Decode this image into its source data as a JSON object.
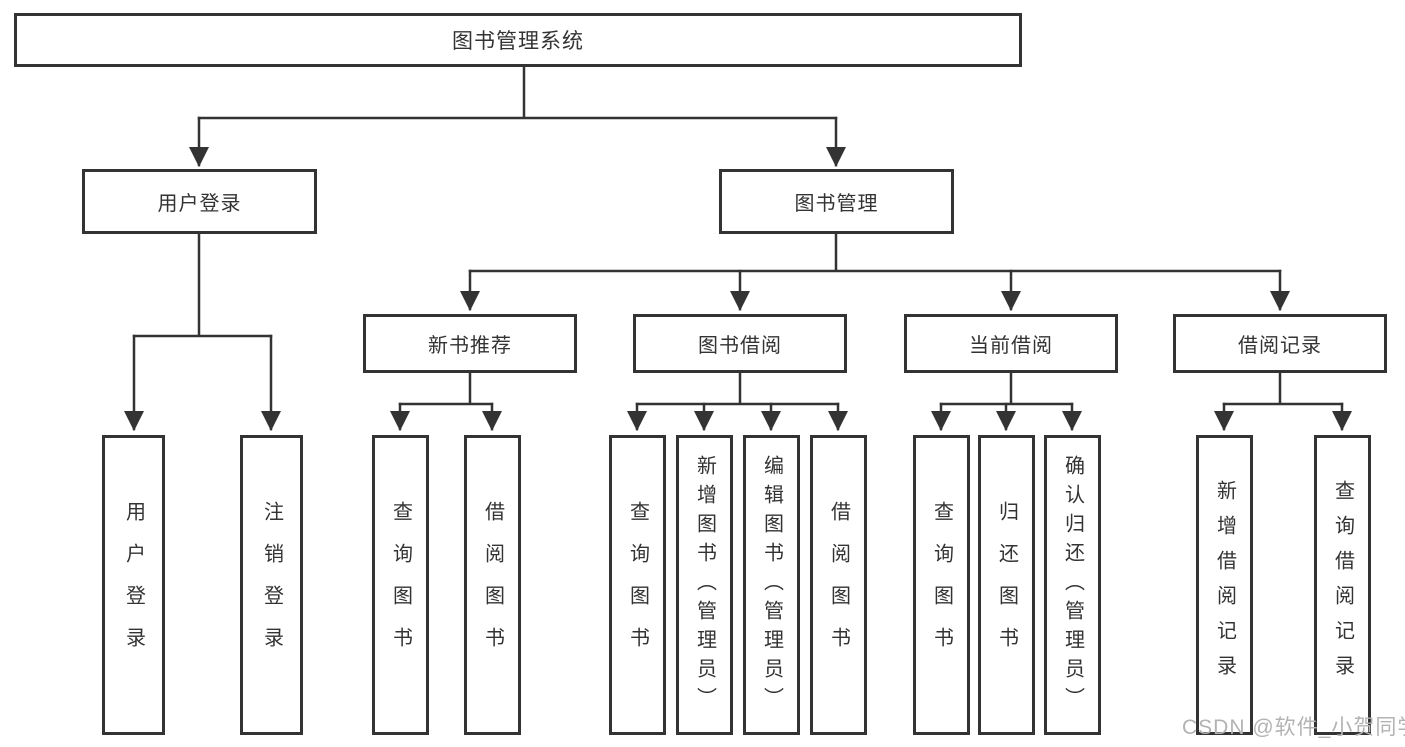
{
  "diagram_title": "图书管理系统",
  "tree": {
    "root": {
      "label": "图书管理系统"
    },
    "level2": [
      {
        "label": "用户登录",
        "children": [
          {
            "label": "用户登录"
          },
          {
            "label": "注销登录"
          }
        ]
      },
      {
        "label": "图书管理",
        "children": [
          {
            "label": "新书推荐",
            "children": [
              {
                "label": "查询图书"
              },
              {
                "label": "借阅图书"
              }
            ]
          },
          {
            "label": "图书借阅",
            "children": [
              {
                "label": "查询图书"
              },
              {
                "label": "新增图书（管理员）"
              },
              {
                "label": "编辑图书（管理员）"
              },
              {
                "label": "借阅图书"
              }
            ]
          },
          {
            "label": "当前借阅",
            "children": [
              {
                "label": "查询图书"
              },
              {
                "label": "归还图书"
              },
              {
                "label": "确认归还（管理员）"
              }
            ]
          },
          {
            "label": "借阅记录",
            "children": [
              {
                "label": "新增借阅记录"
              },
              {
                "label": "查询借阅记录"
              }
            ]
          }
        ]
      }
    ]
  },
  "watermark": "CSDN @软件_小贺同学",
  "colors": {
    "line": "#333333",
    "box_border": "#333333",
    "text": "#333333",
    "background": "#ffffff",
    "watermark": "#b3b3b3"
  }
}
